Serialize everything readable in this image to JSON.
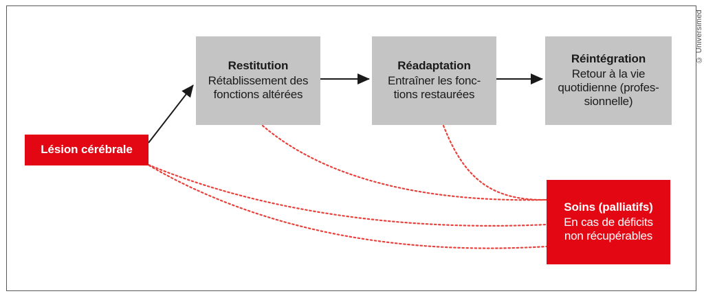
{
  "figure": {
    "copyright": "© Universimed",
    "colors": {
      "gray_box": "#c4c4c4",
      "red_box": "#e30613",
      "arrow_black": "#1a1a1a",
      "dashed_red": "#e8413c",
      "frame_border": "#58585a",
      "background": "#ffffff"
    }
  },
  "nodes": {
    "lesion": {
      "title": "Lésion cérébrale",
      "body": ""
    },
    "restitution": {
      "title": "Restitution",
      "body": "Rétablissement des\nfonctions altérées"
    },
    "readaptation": {
      "title": "Réadaptation",
      "body": "Entraîner les fonc-\ntions restaurées"
    },
    "reintegration": {
      "title": "Réintégration",
      "body": "Retour à la vie\nquotidienne (profes-\nsionnelle)"
    },
    "soins": {
      "title": "Soins (palliatifs)",
      "body": "En cas de déficits\nnon récupérables"
    }
  },
  "connectors": {
    "lesion_to_restitution": "arrow-solid-diagonal",
    "restitution_to_readaptation": "arrow-solid-horizontal",
    "readaptation_to_reintegration": "arrow-solid-horizontal",
    "lesion_to_soins": "dashed-curve",
    "restitution_to_soins": "dashed-curve",
    "readaptation_to_soins": "dashed-curve"
  }
}
